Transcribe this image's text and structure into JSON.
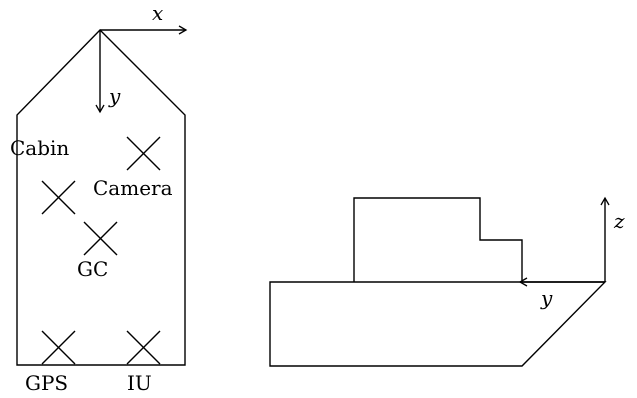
{
  "top_view": {
    "axes": {
      "x_label": "x",
      "y_label": "y"
    },
    "labels": {
      "cabin": "Cabin",
      "camera": "Camera",
      "gc": "GC",
      "gps": "GPS",
      "iu": "IU"
    }
  },
  "side_view": {
    "axes": {
      "z_label": "z",
      "y_label": "y"
    }
  }
}
